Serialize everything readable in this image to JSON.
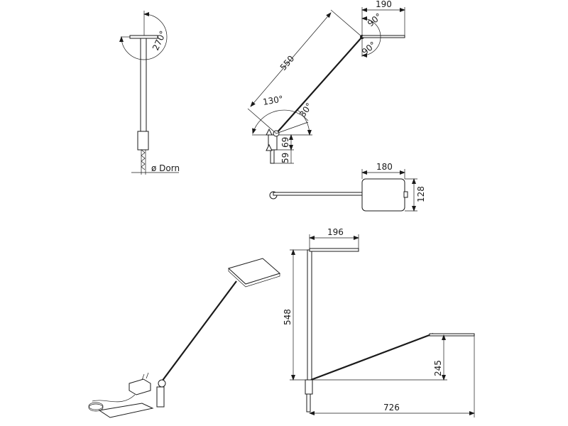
{
  "side_view": {
    "angle_label": "270°",
    "diameter_label": "ø Dorn"
  },
  "angled_view": {
    "arm_length": "550",
    "head_length": "190",
    "head_angle_up": "90°",
    "head_angle_down": "90°",
    "base_angle_wide": "130°",
    "base_angle_narrow": "30°",
    "base_height": "69",
    "pin_height": "59"
  },
  "top_view": {
    "head_width": "180",
    "head_depth": "128"
  },
  "front_view": {
    "head_length": "196",
    "height": "548",
    "low_height": "245",
    "reach": "726"
  },
  "colors": {
    "line": "#1a1a1a",
    "background": "#ffffff"
  }
}
